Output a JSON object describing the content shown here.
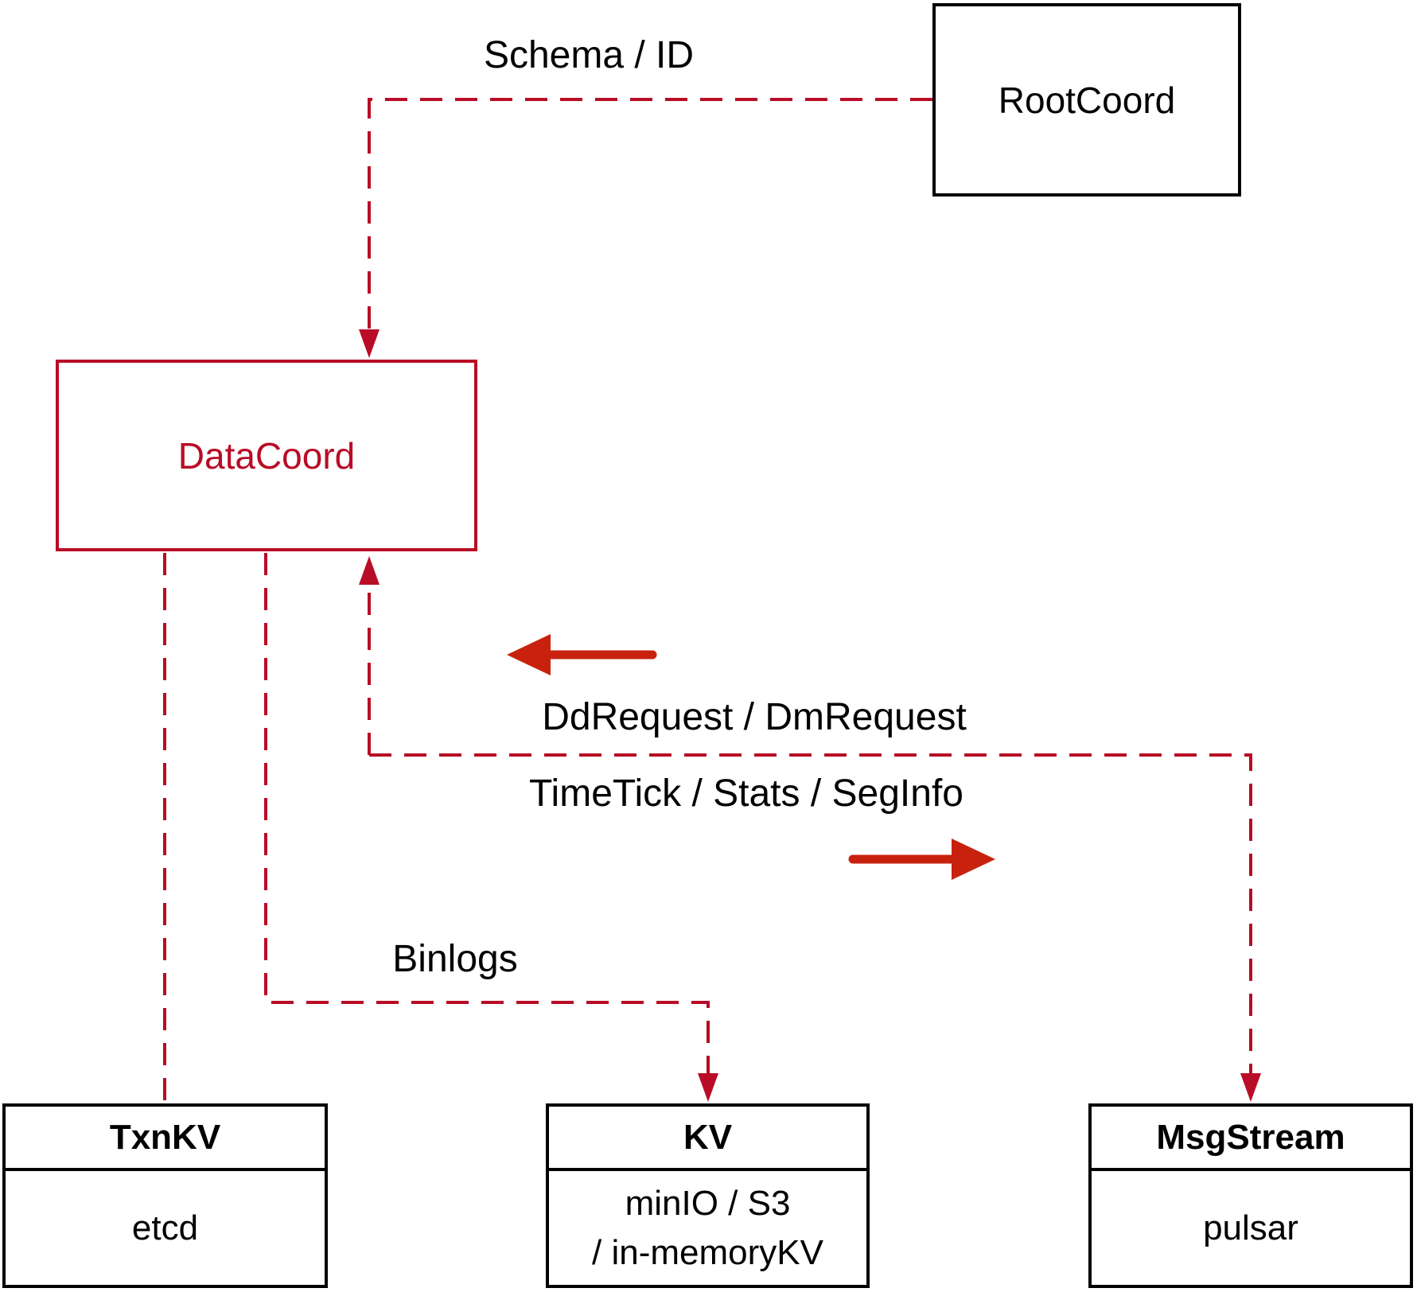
{
  "nodes": {
    "rootcoord": {
      "label": "RootCoord"
    },
    "datacoord": {
      "label": "DataCoord"
    },
    "txnkv": {
      "header": "TxnKV",
      "body": "etcd"
    },
    "kv": {
      "header": "KV",
      "body_line1": "minIO / S3",
      "body_line2": "/ in-memoryKV"
    },
    "msgstream": {
      "header": "MsgStream",
      "body": "pulsar"
    }
  },
  "edges": {
    "schema_id": {
      "label": "Schema / ID"
    },
    "ddrequest": {
      "label": "DdRequest / DmRequest"
    },
    "timetick": {
      "label": "TimeTick / Stats / SegInfo"
    },
    "binlogs": {
      "label": "Binlogs"
    }
  },
  "colors": {
    "dashed_red": "#b90c26",
    "solid_arrow_red": "#c8220e",
    "box_border_black": "#000000",
    "text_black": "#000000"
  }
}
